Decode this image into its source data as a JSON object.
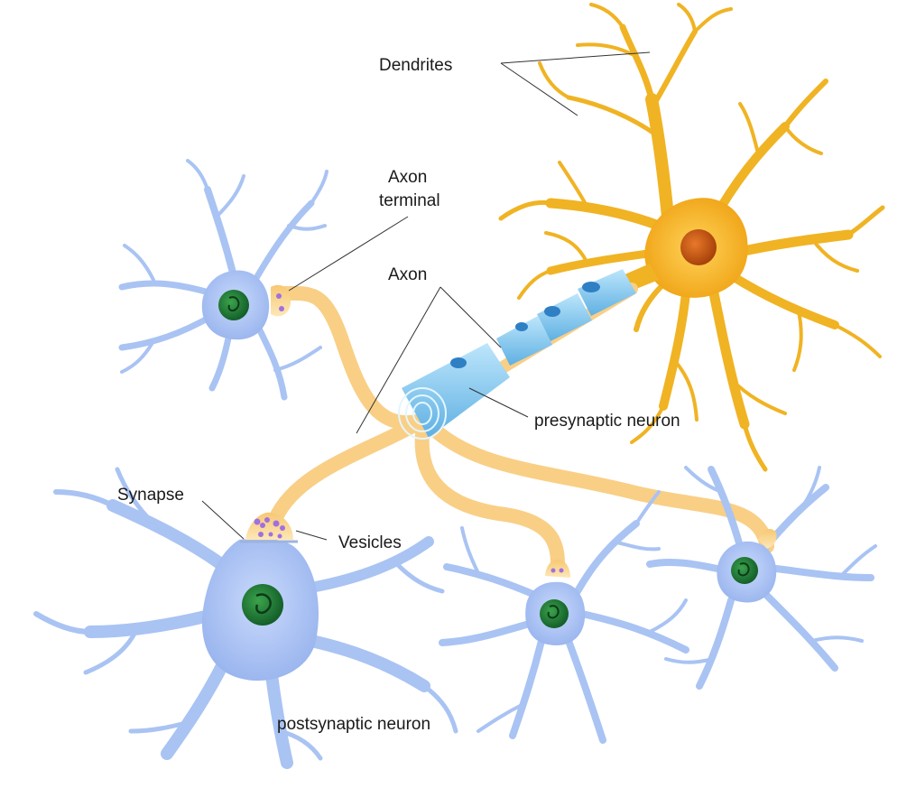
{
  "labels": {
    "dendrites": "Dendrites",
    "axon_terminal_line1": "Axon",
    "axon_terminal_line2": "terminal",
    "axon": "Axon",
    "presynaptic": "presynaptic neuron",
    "synapse": "Synapse",
    "vesicles": "Vesicles",
    "postsynaptic": "postsynaptic neuron"
  },
  "colors": {
    "presynaptic_cell": "#f0b323",
    "presynaptic_nucleus": "#c8520e",
    "postsynaptic_cell": "#a9c3f3",
    "postsynaptic_nucleus": "#2a8a3a",
    "axon": "#f9cf86",
    "myelin": "#7cc3ec",
    "vesicles": "#a070e0"
  }
}
